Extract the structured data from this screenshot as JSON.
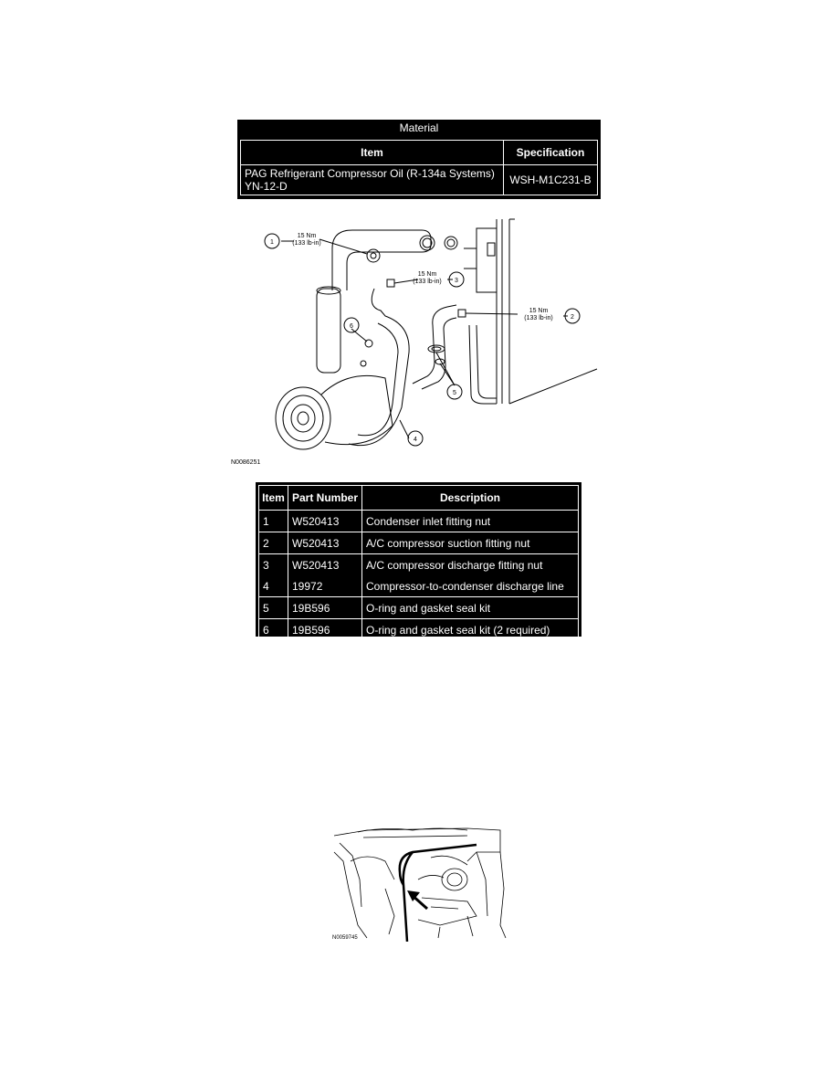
{
  "material_table": {
    "title": "Material",
    "headers": {
      "item": "Item",
      "specification": "Specification"
    },
    "row": {
      "item_line1": "PAG Refrigerant Compressor Oil (R-134a Systems)",
      "item_line2": "YN-12-D",
      "specification": "WSH-M1C231-B"
    }
  },
  "figure1": {
    "id": "N0086251",
    "callouts": [
      {
        "num": "1",
        "torque": "15 Nm",
        "torque_imperial": "(133 lb-in)"
      },
      {
        "num": "2",
        "torque": "15 Nm",
        "torque_imperial": "(133 lb-in)"
      },
      {
        "num": "3",
        "torque": "15 Nm",
        "torque_imperial": "(133 lb-in)"
      },
      {
        "num": "4"
      },
      {
        "num": "5"
      },
      {
        "num": "6"
      }
    ]
  },
  "parts_table": {
    "headers": {
      "item": "Item",
      "part_number": "Part Number",
      "description": "Description"
    },
    "rows": [
      {
        "item": "1",
        "part_number": "W520413",
        "description": "Condenser inlet fitting nut"
      },
      {
        "item": "2",
        "part_number": "W520413",
        "description": "A/C compressor suction fitting nut"
      },
      {
        "item": "3",
        "part_number": "W520413",
        "description": "A/C compressor discharge fitting nut"
      },
      {
        "item": "4",
        "part_number": "19972",
        "description": "Compressor-to-condenser discharge line"
      },
      {
        "item": "5",
        "part_number": "19B596",
        "description": "O-ring and gasket seal kit"
      },
      {
        "item": "6",
        "part_number": "19B596",
        "description": "O-ring and gasket seal kit (2 required)"
      }
    ]
  },
  "figure2": {
    "id": "N0059745"
  }
}
